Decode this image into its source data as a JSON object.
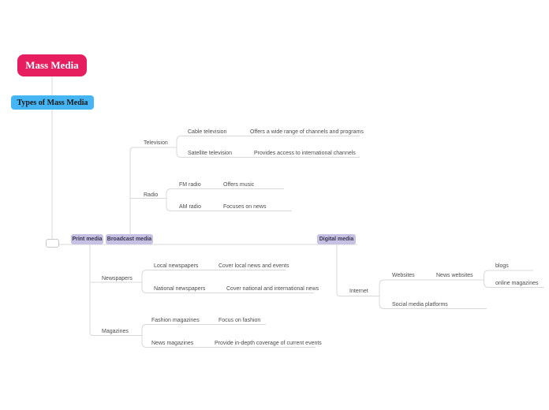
{
  "colors": {
    "root_bg": "#e61e5f",
    "root_text": "#ffffff",
    "subtitle_bg": "#45b6f3",
    "branch_bg": "#c7c1e3",
    "branch_text": "#3b3551",
    "line": "#d9d9d9",
    "label_text": "#4d4d4d"
  },
  "nodes": {
    "root": "Mass Media",
    "types": "Types of Mass Media",
    "print": "Print media",
    "broadcast": "Broadcast media",
    "digital": "Digital media",
    "television": "Television",
    "cable": "Cable television",
    "cable_desc": "Offers a wide range of channels and programs",
    "satellite": "Satellite television",
    "satellite_desc": "Provides access to international channels",
    "radio": "Radio",
    "fm": "FM radio",
    "fm_desc": "Offers music",
    "am": "AM radio",
    "am_desc": "Focuses on news",
    "newspapers": "Newspapers",
    "local": "Local newspapers",
    "local_desc": "Cover local news and events",
    "national": "National newspapers",
    "national_desc": "Cover national and international news",
    "magazines": "Magazines",
    "fashion": "Fashion magazines",
    "fashion_desc": "Focus on fashion",
    "news_mag": "News magazines",
    "news_mag_desc": "Provide in-depth coverage of current events",
    "internet": "Internet",
    "websites": "Websites",
    "news_websites": "News websites",
    "blogs": "blogs",
    "online_mag": "online magazines",
    "social": "Social media platforms"
  }
}
